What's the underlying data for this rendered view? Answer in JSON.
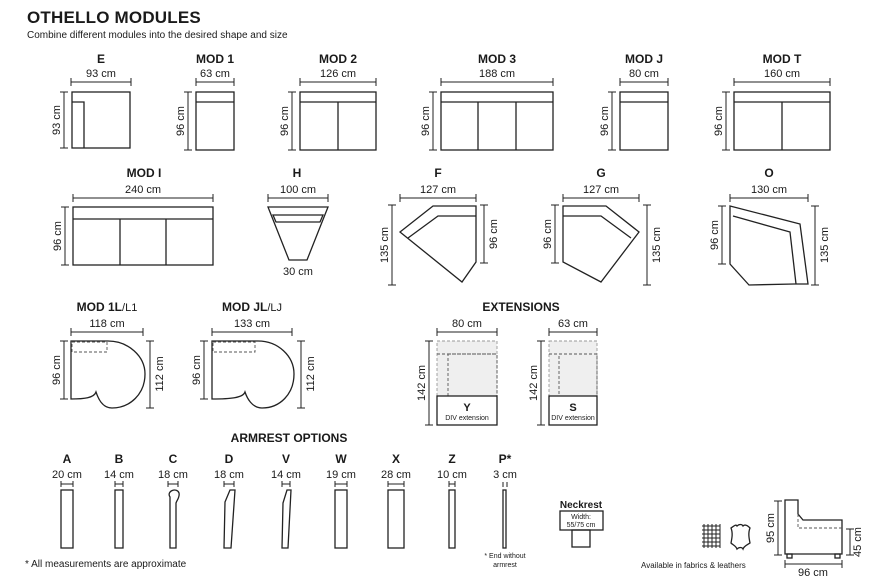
{
  "header": {
    "title": "OTHELLO MODULES",
    "subtitle": "Combine different modules into the desired shape and size"
  },
  "modules_row1": [
    {
      "name": "E",
      "width": "93 cm",
      "height": "93 cm"
    },
    {
      "name": "MOD 1",
      "width": "63 cm",
      "height": "96 cm"
    },
    {
      "name": "MOD 2",
      "width": "126 cm",
      "height": "96 cm"
    },
    {
      "name": "MOD 3",
      "width": "188 cm",
      "height": "96 cm"
    },
    {
      "name": "MOD J",
      "width": "80 cm",
      "height": "96 cm"
    },
    {
      "name": "MOD T",
      "width": "160 cm",
      "height": "96 cm"
    }
  ],
  "modules_row2": [
    {
      "name": "MOD I",
      "width": "240 cm",
      "height": "96 cm"
    },
    {
      "name": "H",
      "width": "100 cm",
      "bottom": "30 cm"
    },
    {
      "name": "F",
      "width": "127 cm",
      "height_left": "135 cm",
      "height_right": "96 cm"
    },
    {
      "name": "G",
      "width": "127 cm",
      "height_left": "96 cm",
      "height_right": "135 cm"
    },
    {
      "name": "O",
      "width": "130 cm",
      "height_left": "96 cm",
      "height_right": "135 cm"
    }
  ],
  "modules_row3": [
    {
      "name_bold": "MOD 1L",
      "name_suffix": "/L1",
      "width": "118 cm",
      "height_left": "96 cm",
      "height_right": "112 cm"
    },
    {
      "name_bold": "MOD JL",
      "name_suffix": "/LJ",
      "width": "133 cm",
      "height_left": "96 cm",
      "height_right": "112 cm"
    }
  ],
  "extensions": {
    "title": "EXTENSIONS",
    "items": [
      {
        "code": "Y",
        "caption": "DIV extension",
        "width": "80 cm",
        "height": "142 cm"
      },
      {
        "code": "S",
        "caption": "DIV extension",
        "width": "63 cm",
        "height": "142 cm"
      }
    ]
  },
  "armrests": {
    "title": "ARMREST OPTIONS",
    "items": [
      {
        "name": "A",
        "width": "20 cm"
      },
      {
        "name": "B",
        "width": "14 cm"
      },
      {
        "name": "C",
        "width": "18 cm"
      },
      {
        "name": "D",
        "width": "18 cm"
      },
      {
        "name": "V",
        "width": "14 cm"
      },
      {
        "name": "W",
        "width": "19 cm"
      },
      {
        "name": "X",
        "width": "28 cm"
      },
      {
        "name": "Z",
        "width": "10 cm"
      },
      {
        "name": "P*",
        "width": "3 cm"
      }
    ],
    "footnote_line1": "* End without",
    "footnote_line2": "armrest"
  },
  "neckrest": {
    "title": "Neckrest",
    "line1": "Width:",
    "line2": "55/75 cm"
  },
  "footer": {
    "note": "* All measurements are approximate",
    "materials": "Available in fabrics & leathers"
  },
  "side_view": {
    "height_total": "95 cm",
    "height_seat": "45 cm",
    "depth": "96 cm"
  }
}
